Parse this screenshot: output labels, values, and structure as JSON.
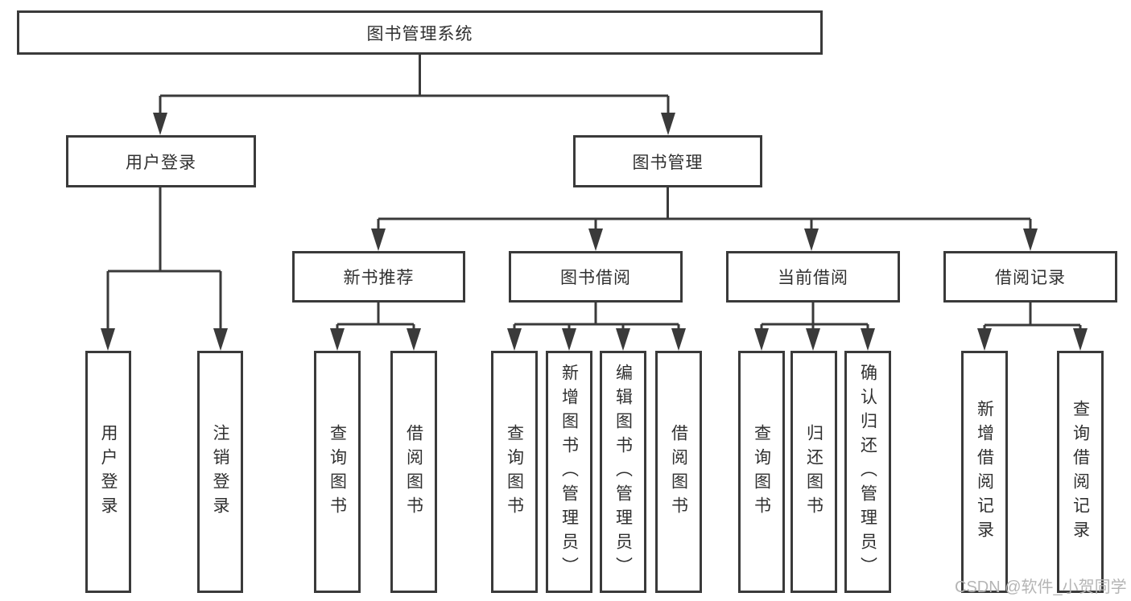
{
  "colors": {
    "line": "#3a3a3a",
    "box_border": "#3a3a3a",
    "text": "#303030",
    "watermark": "#b5b5b5",
    "box_fill": "#ffffff",
    "background": "#ffffff"
  },
  "watermark": "CSDN @软件_小贺同学",
  "tree": {
    "label": "图书管理系统",
    "children": [
      {
        "label": "用户登录",
        "children": [
          {
            "label": "用户登录"
          },
          {
            "label": "注销登录"
          }
        ]
      },
      {
        "label": "图书管理",
        "children": [
          {
            "label": "新书推荐",
            "children": [
              {
                "label": "查询图书"
              },
              {
                "label": "借阅图书"
              }
            ]
          },
          {
            "label": "图书借阅",
            "children": [
              {
                "label": "查询图书"
              },
              {
                "label": "新增图书（管理员）"
              },
              {
                "label": "编辑图书（管理员）"
              },
              {
                "label": "借阅图书"
              }
            ]
          },
          {
            "label": "当前借阅",
            "children": [
              {
                "label": "查询图书"
              },
              {
                "label": "归还图书"
              },
              {
                "label": "确认归还（管理员）"
              }
            ]
          },
          {
            "label": "借阅记录",
            "children": [
              {
                "label": "新增借阅记录"
              },
              {
                "label": "查询借阅记录"
              }
            ]
          }
        ]
      }
    ]
  }
}
